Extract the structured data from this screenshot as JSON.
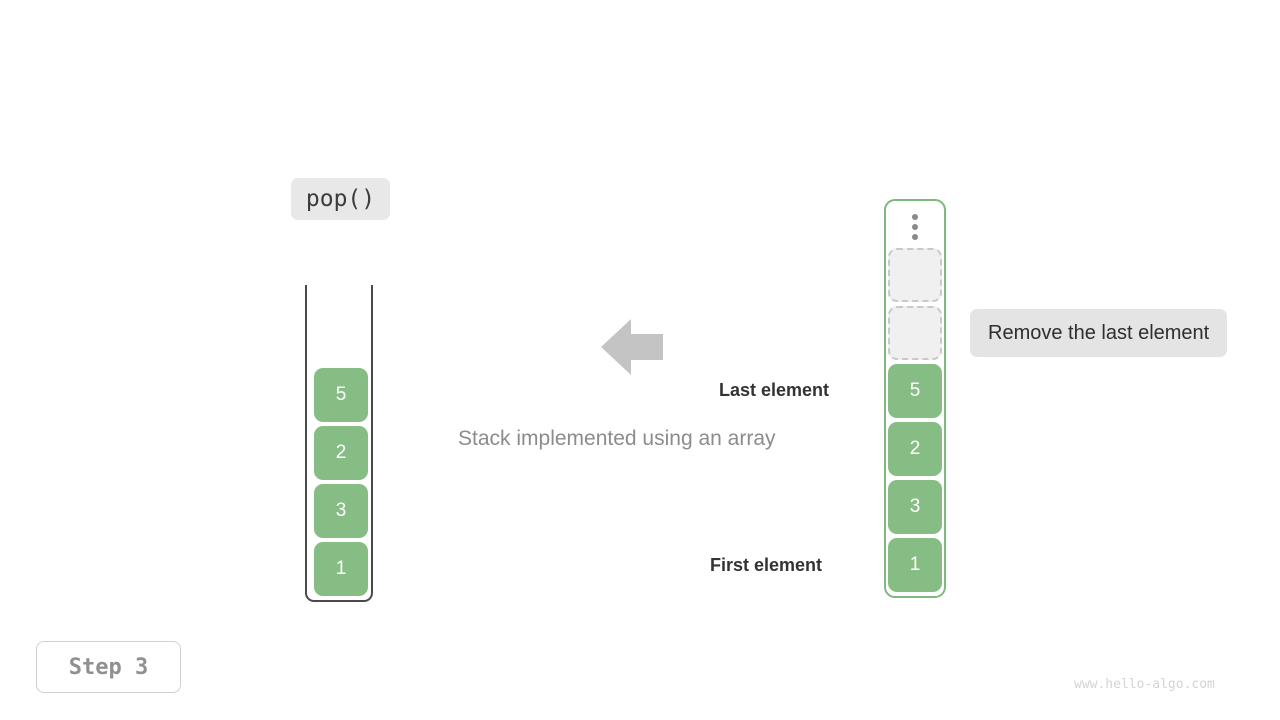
{
  "page": {
    "title": "Stack implemented using an array",
    "background": "#ffffff",
    "watermark": "www.hello-algo.com"
  },
  "colors": {
    "cell_fill": "#86bd84",
    "cell_text": "#ffffff",
    "empty_slot_fill": "#f0f0f0",
    "empty_slot_border": "#c9c9c9",
    "container_border_left": "#4a4a4a",
    "container_border_right": "#7fb97d",
    "chip_bg": "#e8e8e8",
    "note_bg": "#e4e4e4",
    "arrow": "#c4c4c4",
    "caption_text": "#8c8c8c",
    "label_text": "#333333",
    "step_text": "#909090",
    "watermark_text": "#d4d4d4"
  },
  "operation": {
    "label": "pop()",
    "icon": "code-chip"
  },
  "left_stack": {
    "name": "Stack implemented using an array",
    "container_shape": "u-tube-open-top",
    "cells": [
      {
        "value": "5",
        "state": "filled"
      },
      {
        "value": "2",
        "state": "filled"
      },
      {
        "value": "3",
        "state": "filled"
      },
      {
        "value": "1",
        "state": "filled"
      }
    ]
  },
  "right_array": {
    "container_shape": "rounded-rect",
    "ellipsis_icon": "vertical-ellipsis-icon",
    "slots": [
      {
        "value": "",
        "state": "empty"
      },
      {
        "value": "",
        "state": "empty"
      },
      {
        "value": "5",
        "state": "filled"
      },
      {
        "value": "2",
        "state": "filled"
      },
      {
        "value": "3",
        "state": "filled"
      },
      {
        "value": "1",
        "state": "filled"
      }
    ]
  },
  "annotations": {
    "arrow_icon": "arrow-left-icon",
    "caption": "Stack implemented using an array",
    "last_element_label": "Last element",
    "first_element_label": "First element",
    "note": "Remove the last element"
  },
  "footer": {
    "step_label": "Step 3"
  }
}
